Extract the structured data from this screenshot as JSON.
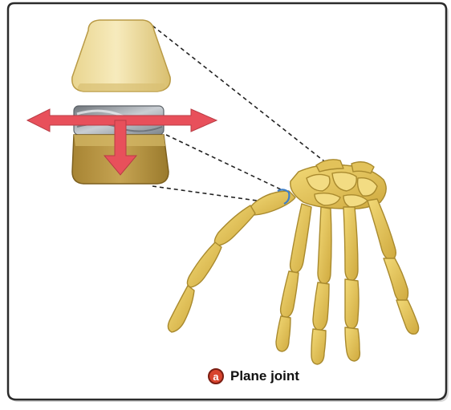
{
  "figure": {
    "label_letter": "a",
    "caption": "Plane joint",
    "icons": [
      "bone-block-top",
      "articulating-surface",
      "bone-block-bottom",
      "horizontal-arrow",
      "vertical-arrow",
      "hand-skeleton",
      "zoom-lines"
    ],
    "colors": {
      "bone": "#e3c35a",
      "bone_dark": "#a98a2e",
      "block_top": "#f0df9e",
      "block_bottom": "#b4913f",
      "surface": "#9aa0a6",
      "arrow": "#e8505b",
      "badge": "#d8442e",
      "frame": "#2b2b2b"
    }
  }
}
